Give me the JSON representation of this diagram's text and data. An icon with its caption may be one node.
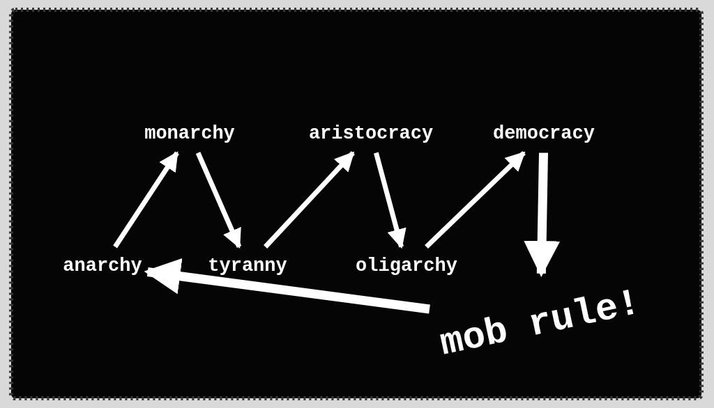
{
  "diagram": {
    "nodes": [
      {
        "text": [
          "anarchy"
        ]
      },
      {
        "text": [
          "monarchy"
        ]
      },
      {
        "text": [
          "tyranny"
        ]
      },
      {
        "text": [
          "aristocracy"
        ]
      },
      {
        "text": [
          "oligarchy"
        ]
      },
      {
        "text": [
          "democracy"
        ]
      },
      {
        "text": [
          "mob rule!"
        ]
      }
    ],
    "edges": [
      {
        "from": 0,
        "to": 1,
        "arrow": "to"
      },
      {
        "from": 1,
        "to": 2,
        "arrow": "to"
      },
      {
        "from": 2,
        "to": 3,
        "arrow": "to"
      },
      {
        "from": 3,
        "to": 4,
        "arrow": "to"
      },
      {
        "from": 4,
        "to": 5,
        "arrow": "to"
      },
      {
        "from": 5,
        "to": 6,
        "arrow": "to",
        "style": "thick"
      },
      {
        "from": 6,
        "to": 0,
        "arrow": "to",
        "style": "thick"
      }
    ]
  }
}
